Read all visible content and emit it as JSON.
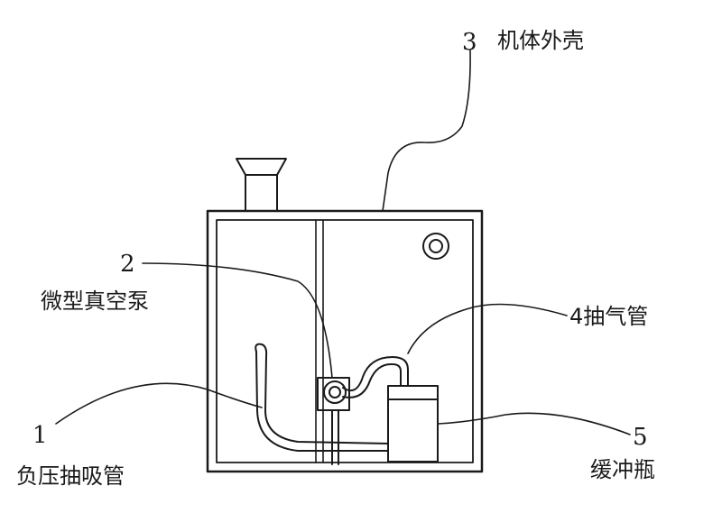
{
  "labels": {
    "casing_num": "3",
    "casing_text": "机体外壳",
    "pump_num": "2",
    "pump_text": "微型真空泵",
    "extract_tube": "4抽气管",
    "suction_num": "1",
    "suction_text": "负压抽吸管",
    "buffer_num": "5",
    "buffer_text": "缓冲瓶"
  },
  "colors": {
    "line": "#1a1a1a",
    "background": "#ffffff"
  }
}
